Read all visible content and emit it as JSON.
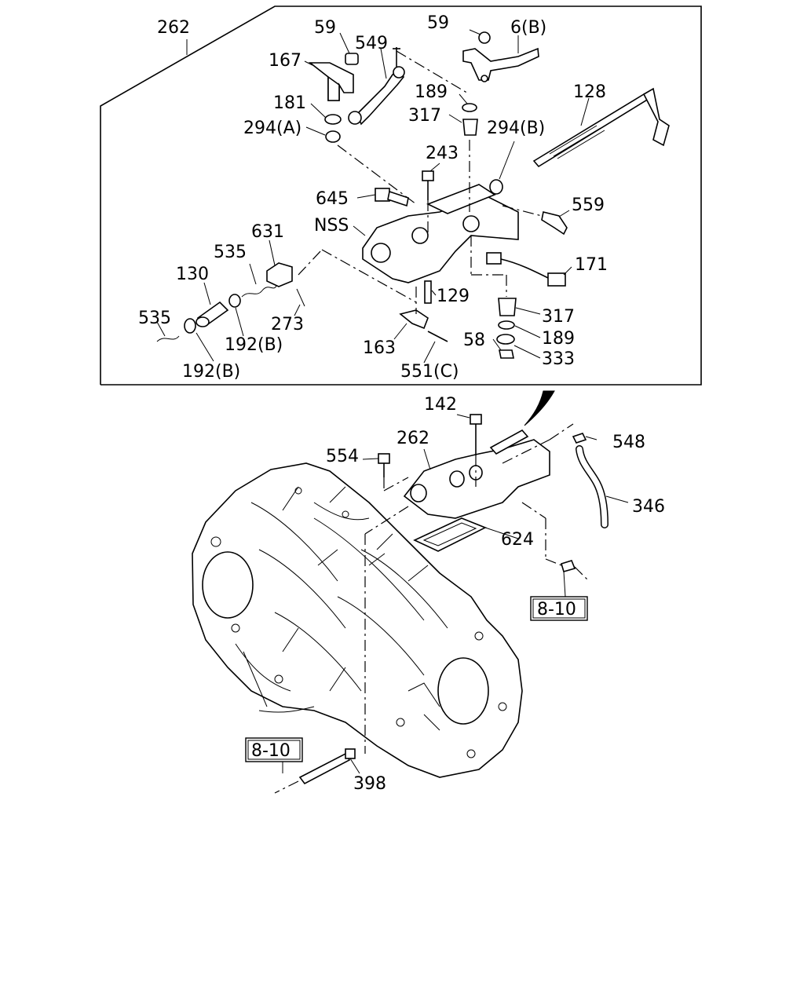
{
  "callouts": {
    "c262_top": "262",
    "c59_a": "59",
    "c59_b": "59",
    "c6b": "6(B)",
    "c167": "167",
    "c549": "549",
    "c189_top": "189",
    "c128": "128",
    "c181": "181",
    "c317_top": "317",
    "c294a": "294(A)",
    "c294b": "294(B)",
    "c243": "243",
    "c645": "645",
    "c559": "559",
    "cnss": "NSS",
    "c631": "631",
    "c535_a": "535",
    "c171": "171",
    "c130": "130",
    "c129": "129",
    "c535_b": "535",
    "c317_bot": "317",
    "c273": "273",
    "c189_bot": "189",
    "c192b_a": "192(B)",
    "c58": "58",
    "c163": "163",
    "c333": "333",
    "c192b_b": "192(B)",
    "c551c": "551(C)",
    "c142": "142",
    "c262_mid": "262",
    "c548": "548",
    "c554": "554",
    "c346": "346",
    "c624": "624",
    "c398": "398"
  },
  "references": {
    "ref_right": "8-10",
    "ref_left": "8-10"
  }
}
